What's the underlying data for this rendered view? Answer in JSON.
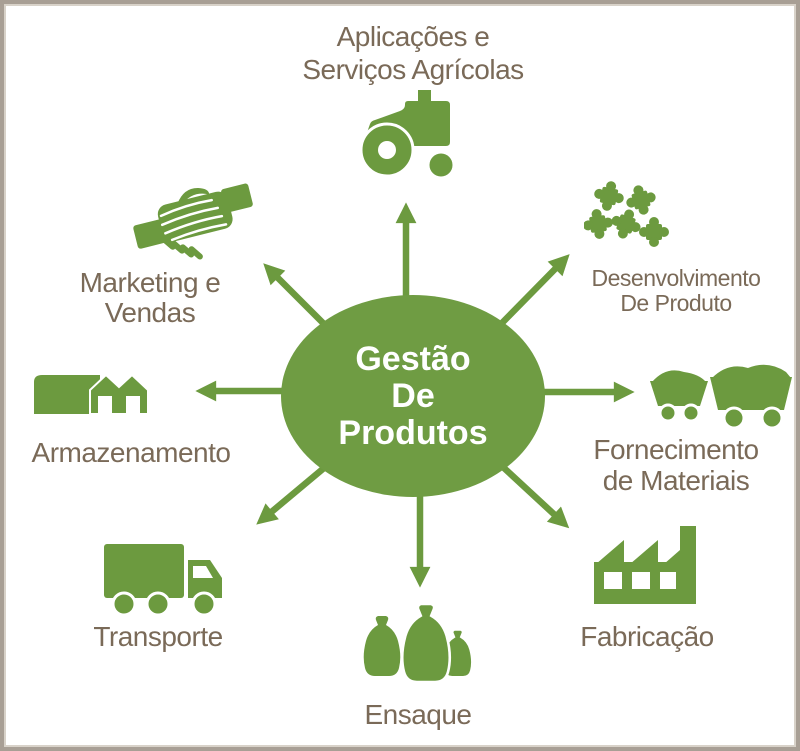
{
  "palette": {
    "green": "#6c9a3f",
    "ellipse_green": "#6f9c43",
    "label_brown": "#7a6a58",
    "white": "#ffffff",
    "frame_border": "#a89f95",
    "frame_inner": "#d8d2c9",
    "background": "#ffffff"
  },
  "center": {
    "label": "Gestão\nDe\nProdutos"
  },
  "nodes": {
    "aplicacoes": {
      "label": "Aplicações e\nServiços Agrícolas",
      "icon": "tractor-icon"
    },
    "desenvolvimento": {
      "label": "Desenvolvimento\nDe Produto",
      "icon": "puzzle-pieces-icon"
    },
    "fornecimento": {
      "label": "Fornecimento\nde Materiais",
      "icon": "supply-wagons-icon"
    },
    "fabricacao": {
      "label": "Fabricação",
      "icon": "factory-icon"
    },
    "ensaque": {
      "label": "Ensaque",
      "icon": "sacks-icon"
    },
    "transporte": {
      "label": "Transporte",
      "icon": "truck-icon"
    },
    "armazenamento": {
      "label": "Armazenamento",
      "icon": "warehouse-icon"
    },
    "marketing": {
      "label": "Marketing e\nVendas",
      "icon": "handshake-icon"
    }
  },
  "connections": [
    {
      "from": "center",
      "to": "aplicacoes"
    },
    {
      "from": "center",
      "to": "desenvolvimento"
    },
    {
      "from": "center",
      "to": "fornecimento"
    },
    {
      "from": "center",
      "to": "fabricacao"
    },
    {
      "from": "center",
      "to": "ensaque"
    },
    {
      "from": "center",
      "to": "transporte"
    },
    {
      "from": "center",
      "to": "armazenamento"
    },
    {
      "from": "center",
      "to": "marketing"
    }
  ]
}
